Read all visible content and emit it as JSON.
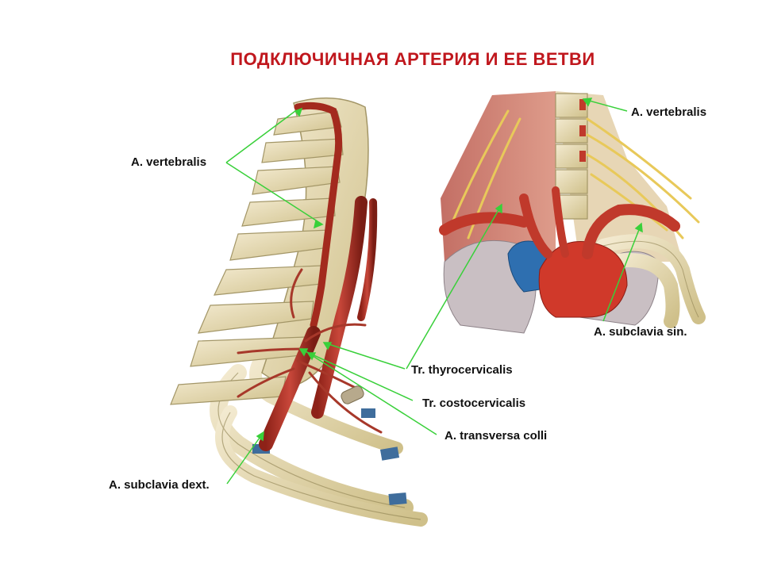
{
  "title": "ПОДКЛЮЧИЧНАЯ АРТЕРИЯ И ЕЕ ВЕТВИ",
  "colors": {
    "title": "#c0171d",
    "leader": "#39d03a",
    "bone": "#e8dcae",
    "artery": "#c0392b",
    "vein": "#2e6fb0"
  },
  "labels": {
    "vertebralis_left": "A. vertebralis",
    "vertebralis_right": "A. vertebralis",
    "thyrocervicalis": "Tr. thyrocervicalis",
    "costocervicalis": "Tr. costocervicalis",
    "transversa_colli": "A. transversa colli",
    "subclavia_dext": "A. subclavia dext.",
    "subclavia_sin": "A. subclavia sin."
  },
  "images": {
    "left": "lateral view of cervical spine, ribs and right subclavian artery with branches",
    "right": "anterior view of thoracic inlet with aortic arch and subclavian arteries"
  }
}
